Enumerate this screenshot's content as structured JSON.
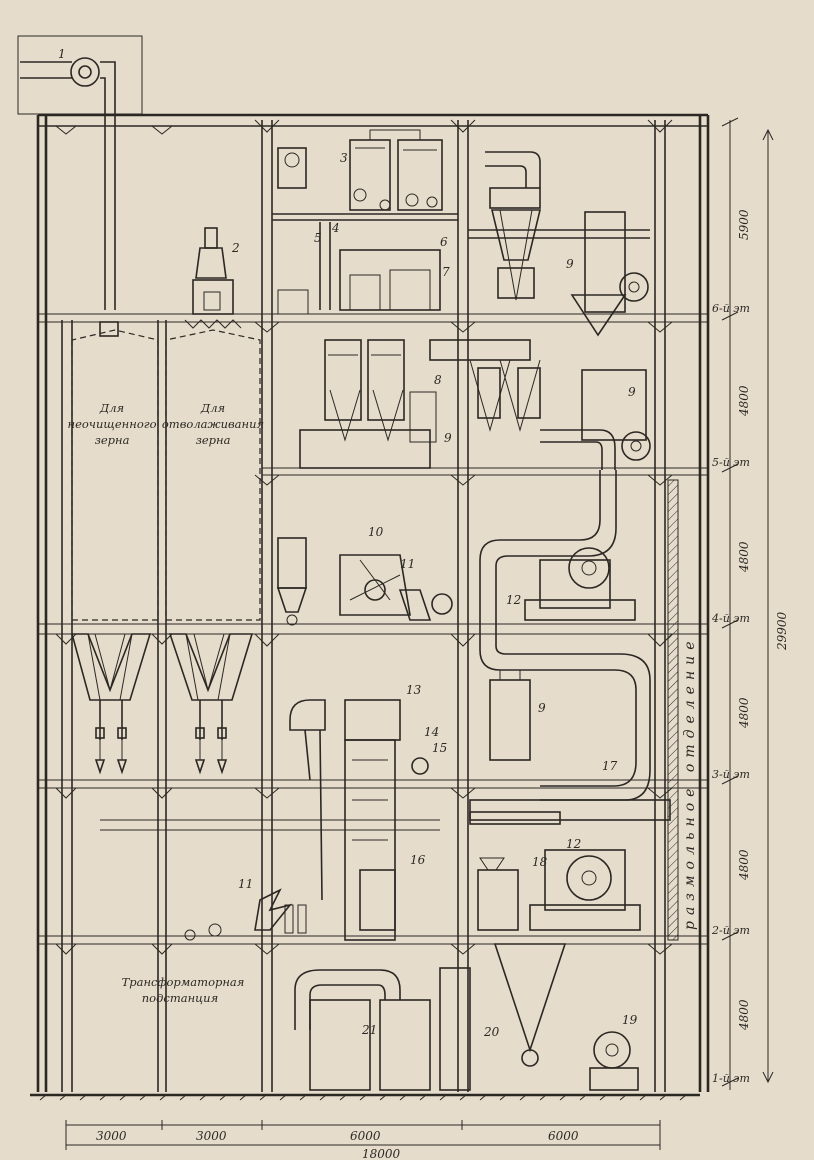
{
  "diagram": {
    "colors": {
      "ink": "#2b2824",
      "paper": "#e6dccb"
    },
    "equipment_numbers": [
      "1",
      "2",
      "3",
      "4",
      "5",
      "6",
      "7",
      "8",
      "9",
      "10",
      "11",
      "12",
      "13",
      "14",
      "15",
      "16",
      "17",
      "18",
      "19",
      "20",
      "21"
    ],
    "repeat_labels": {
      "nine": "9",
      "eleven": "11",
      "twelve": "12"
    },
    "floors": [
      "1-й эт",
      "2-й эт",
      "3-й эт",
      "4-й эт",
      "5-й эт",
      "6-й эт"
    ],
    "floor_heights": [
      "4800",
      "4800",
      "4800",
      "4800",
      "4800",
      "5900"
    ],
    "total_height": "29900",
    "bay_widths": [
      "3000",
      "3000",
      "6000",
      "6000"
    ],
    "total_width": "18000",
    "silo_labels": {
      "uncleaned_line1": "Для",
      "uncleaned_line2": "неочищенного",
      "uncleaned_line3": "зерна",
      "tempering_line1": "Для",
      "tempering_line2": "отволаживания",
      "tempering_line3": "зерна"
    },
    "substation_line1": "Трансформаторная",
    "substation_line2": "подстанция",
    "department_label": "размольное отделение"
  }
}
